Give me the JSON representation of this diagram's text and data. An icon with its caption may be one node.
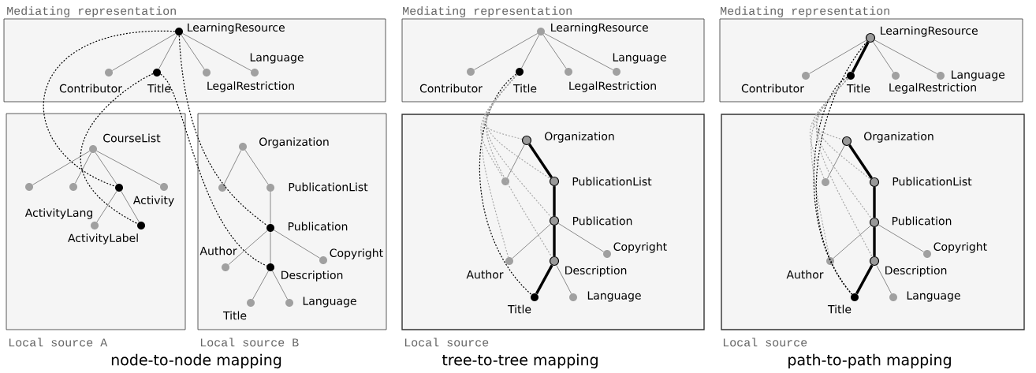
{
  "diagram": {
    "nodes": [
      {
        "text": [
          "Mediating representation"
        ]
      },
      {
        "text": [],
        "shape": "circle",
        "beside": [
          "LearningResource"
        ],
        "in": 0
      },
      {
        "text": [],
        "shape": "circle",
        "beside": [
          "Contributor"
        ],
        "in": 0
      },
      {
        "text": [],
        "shape": "circle",
        "beside": [
          "Title"
        ],
        "in": 0
      },
      {
        "text": [],
        "shape": "circle",
        "beside": [
          "LegalRestriction"
        ],
        "in": 0
      },
      {
        "text": [],
        "shape": "circle",
        "beside": [
          "Language"
        ],
        "in": 0
      },
      {
        "text": [
          "Local source A"
        ]
      },
      {
        "text": [],
        "shape": "circle",
        "beside": [
          "CourseList"
        ],
        "in": 6
      },
      {
        "text": [],
        "shape": "circle",
        "in": 6
      },
      {
        "text": [],
        "shape": "circle",
        "in": 6
      },
      {
        "text": [],
        "shape": "circle",
        "beside": [
          "Activity"
        ],
        "in": 6
      },
      {
        "text": [],
        "shape": "circle",
        "in": 6
      },
      {
        "text": [],
        "shape": "circle",
        "beside": [
          "ActivityLang"
        ],
        "in": 6
      },
      {
        "text": [],
        "shape": "circle",
        "beside": [
          "ActivityLabel"
        ],
        "in": 6
      },
      {
        "text": [
          "Local source B"
        ]
      },
      {
        "text": [],
        "shape": "circle",
        "beside": [
          "Organization"
        ],
        "in": 14
      },
      {
        "text": [],
        "shape": "circle",
        "in": 14
      },
      {
        "text": [],
        "shape": "circle",
        "beside": [
          "PublicationList"
        ],
        "in": 14
      },
      {
        "text": [],
        "shape": "circle",
        "beside": [
          "Publication"
        ],
        "in": 14
      },
      {
        "text": [],
        "shape": "circle",
        "beside": [
          "Author"
        ],
        "in": 14
      },
      {
        "text": [],
        "shape": "circle",
        "beside": [
          "Description"
        ],
        "in": 14
      },
      {
        "text": [],
        "shape": "circle",
        "beside": [
          "Copyright"
        ],
        "in": 14
      },
      {
        "text": [],
        "shape": "circle",
        "beside": [
          "Title"
        ],
        "in": 14
      },
      {
        "text": [],
        "shape": "circle",
        "beside": [
          "Language"
        ],
        "in": 14
      },
      {
        "text": [
          "Mediating representation"
        ]
      },
      {
        "text": [],
        "shape": "circle",
        "beside": [
          "LearningResource"
        ],
        "in": 24
      },
      {
        "text": [],
        "shape": "circle",
        "beside": [
          "Contributor"
        ],
        "in": 24
      },
      {
        "text": [],
        "shape": "circle",
        "beside": [
          "Title"
        ],
        "in": 24
      },
      {
        "text": [],
        "shape": "circle",
        "beside": [
          "LegalRestriction"
        ],
        "in": 24
      },
      {
        "text": [],
        "shape": "circle",
        "beside": [
          "Language"
        ],
        "in": 24
      },
      {
        "text": [
          "Local source"
        ]
      },
      {
        "text": [],
        "shape": "circle",
        "beside": [
          "Organization"
        ],
        "in": 30
      },
      {
        "text": [],
        "shape": "circle",
        "in": 30
      },
      {
        "text": [],
        "shape": "circle",
        "beside": [
          "PublicationList"
        ],
        "in": 30
      },
      {
        "text": [],
        "shape": "circle",
        "beside": [
          "Publication"
        ],
        "in": 30
      },
      {
        "text": [],
        "shape": "circle",
        "beside": [
          "Author"
        ],
        "in": 30
      },
      {
        "text": [],
        "shape": "circle",
        "beside": [
          "Description"
        ],
        "in": 30
      },
      {
        "text": [],
        "shape": "circle",
        "beside": [
          "Copyright"
        ],
        "in": 30
      },
      {
        "text": [],
        "shape": "circle",
        "beside": [
          "Title"
        ],
        "in": 30
      },
      {
        "text": [],
        "shape": "circle",
        "beside": [
          "Language"
        ],
        "in": 30
      },
      {
        "text": [
          "Mediating representation"
        ]
      },
      {
        "text": [],
        "shape": "circle",
        "beside": [
          "LearningResource"
        ],
        "in": 40
      },
      {
        "text": [],
        "shape": "circle",
        "beside": [
          "Contributor"
        ],
        "in": 40
      },
      {
        "text": [],
        "shape": "circle",
        "beside": [
          "Title"
        ],
        "in": 40
      },
      {
        "text": [],
        "shape": "circle",
        "beside": [
          "LegalRestriction"
        ],
        "in": 40
      },
      {
        "text": [],
        "shape": "circle",
        "beside": [
          "Language"
        ],
        "in": 40
      },
      {
        "text": [
          "Local source"
        ]
      },
      {
        "text": [],
        "shape": "circle",
        "beside": [
          "Organization"
        ],
        "in": 46
      },
      {
        "text": [],
        "shape": "circle",
        "in": 46
      },
      {
        "text": [],
        "shape": "circle",
        "beside": [
          "PublicationList"
        ],
        "in": 46
      },
      {
        "text": [],
        "shape": "circle",
        "beside": [
          "Publication"
        ],
        "in": 46
      },
      {
        "text": [],
        "shape": "circle",
        "beside": [
          "Author"
        ],
        "in": 46
      },
      {
        "text": [],
        "shape": "circle",
        "beside": [
          "Description"
        ],
        "in": 46
      },
      {
        "text": [],
        "shape": "circle",
        "beside": [
          "Copyright"
        ],
        "in": 46
      },
      {
        "text": [],
        "shape": "circle",
        "beside": [
          "Title"
        ],
        "in": 46
      },
      {
        "text": [],
        "shape": "circle",
        "beside": [
          "Language"
        ],
        "in": 46
      }
    ],
    "edges": [
      {
        "from": 1,
        "to": 2,
        "arrow": "none"
      },
      {
        "from": 1,
        "to": 3,
        "arrow": "none"
      },
      {
        "from": 1,
        "to": 4,
        "arrow": "none"
      },
      {
        "from": 1,
        "to": 5,
        "arrow": "none"
      },
      {
        "from": 7,
        "to": 8,
        "arrow": "none"
      },
      {
        "from": 7,
        "to": 9,
        "arrow": "none"
      },
      {
        "from": 7,
        "to": 10,
        "arrow": "none"
      },
      {
        "from": 7,
        "to": 11,
        "arrow": "none"
      },
      {
        "from": 10,
        "to": 12,
        "arrow": "none"
      },
      {
        "from": 10,
        "to": 13,
        "arrow": "none"
      },
      {
        "from": 15,
        "to": 16,
        "arrow": "none"
      },
      {
        "from": 15,
        "to": 17,
        "arrow": "none"
      },
      {
        "from": 17,
        "to": 18,
        "arrow": "none"
      },
      {
        "from": 18,
        "to": 19,
        "arrow": "none"
      },
      {
        "from": 18,
        "to": 20,
        "arrow": "none"
      },
      {
        "from": 18,
        "to": 21,
        "arrow": "none"
      },
      {
        "from": 20,
        "to": 22,
        "arrow": "none"
      },
      {
        "from": 20,
        "to": 23,
        "arrow": "none"
      },
      {
        "from": 1,
        "to": 10,
        "arrow": "none",
        "style": "dashed"
      },
      {
        "from": 3,
        "to": 13,
        "arrow": "none",
        "style": "dashed"
      },
      {
        "from": 1,
        "to": 18,
        "arrow": "none",
        "style": "dashed"
      },
      {
        "from": 3,
        "to": 20,
        "arrow": "none",
        "style": "dashed"
      },
      {
        "from": 25,
        "to": 26,
        "arrow": "none"
      },
      {
        "from": 25,
        "to": 27,
        "arrow": "none"
      },
      {
        "from": 25,
        "to": 28,
        "arrow": "none"
      },
      {
        "from": 25,
        "to": 29,
        "arrow": "none"
      },
      {
        "from": 31,
        "to": 32,
        "arrow": "none"
      },
      {
        "from": 31,
        "to": 33,
        "arrow": "none",
        "style": "thick"
      },
      {
        "from": 33,
        "to": 34,
        "arrow": "none",
        "style": "thick"
      },
      {
        "from": 34,
        "to": 35,
        "arrow": "none"
      },
      {
        "from": 34,
        "to": 36,
        "arrow": "none",
        "style": "thick"
      },
      {
        "from": 34,
        "to": 37,
        "arrow": "none"
      },
      {
        "from": 36,
        "to": 38,
        "arrow": "none",
        "style": "thick"
      },
      {
        "from": 36,
        "to": 39,
        "arrow": "none"
      },
      {
        "from": 27,
        "to": 38,
        "arrow": "none",
        "style": "dashed"
      },
      {
        "from": 27,
        "to": 31,
        "arrow": "none",
        "style": "dashed",
        "color": "#aaaaaa"
      },
      {
        "from": 27,
        "to": 33,
        "arrow": "none",
        "style": "dashed",
        "color": "#aaaaaa"
      },
      {
        "from": 27,
        "to": 32,
        "arrow": "none",
        "style": "dashed",
        "color": "#aaaaaa"
      },
      {
        "from": 27,
        "to": 34,
        "arrow": "none",
        "style": "dashed",
        "color": "#aaaaaa"
      },
      {
        "from": 27,
        "to": 36,
        "arrow": "none",
        "style": "dashed",
        "color": "#aaaaaa"
      },
      {
        "from": 27,
        "to": 35,
        "arrow": "none",
        "style": "dashed",
        "color": "#aaaaaa"
      },
      {
        "from": 41,
        "to": 42,
        "arrow": "none"
      },
      {
        "from": 41,
        "to": 43,
        "arrow": "none",
        "style": "thick"
      },
      {
        "from": 41,
        "to": 44,
        "arrow": "none"
      },
      {
        "from": 41,
        "to": 45,
        "arrow": "none"
      },
      {
        "from": 47,
        "to": 48,
        "arrow": "none"
      },
      {
        "from": 47,
        "to": 49,
        "arrow": "none",
        "style": "thick"
      },
      {
        "from": 49,
        "to": 50,
        "arrow": "none",
        "style": "thick"
      },
      {
        "from": 50,
        "to": 51,
        "arrow": "none"
      },
      {
        "from": 50,
        "to": 52,
        "arrow": "none",
        "style": "thick"
      },
      {
        "from": 50,
        "to": 53,
        "arrow": "none"
      },
      {
        "from": 52,
        "to": 54,
        "arrow": "none",
        "style": "thick"
      },
      {
        "from": 52,
        "to": 55,
        "arrow": "none"
      },
      {
        "from": 41,
        "to": 54,
        "arrow": "none",
        "style": "dashed"
      },
      {
        "from": 43,
        "to": 54,
        "arrow": "none",
        "style": "dashed"
      },
      {
        "from": 43,
        "to": 47,
        "arrow": "none",
        "style": "dashed",
        "color": "#aaaaaa"
      },
      {
        "from": 43,
        "to": 49,
        "arrow": "none",
        "style": "dashed",
        "color": "#aaaaaa"
      },
      {
        "from": 43,
        "to": 48,
        "arrow": "none",
        "style": "dashed",
        "color": "#aaaaaa"
      },
      {
        "from": 43,
        "to": 50,
        "arrow": "none",
        "style": "dashed",
        "color": "#aaaaaa"
      },
      {
        "from": 43,
        "to": 52,
        "arrow": "none",
        "style": "dashed",
        "color": "#aaaaaa"
      },
      {
        "from": 43,
        "to": 51,
        "arrow": "none",
        "style": "dashed",
        "color": "#aaaaaa"
      }
    ],
    "labels": [
      "node-to-node mapping",
      "tree-to-tree mapping",
      "path-to-path mapping"
    ]
  }
}
